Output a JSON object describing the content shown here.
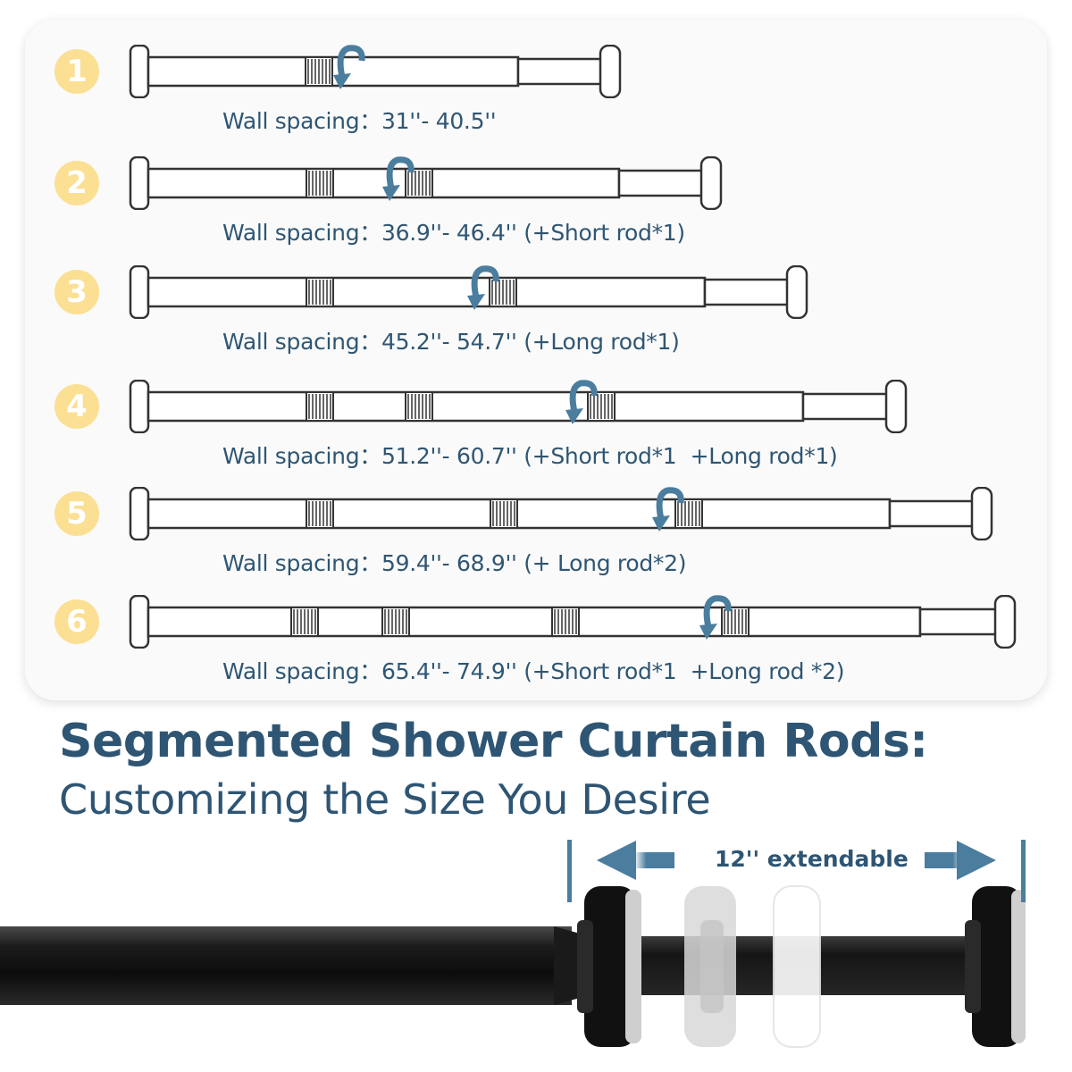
{
  "diagram": {
    "rows": [
      {
        "number": "1",
        "spacing_label": "Wall spacing：",
        "spacing_value": "31''- 40.5''"
      },
      {
        "number": "2",
        "spacing_label": "Wall spacing：",
        "spacing_value": "36.9''- 46.4'' (+Short rod*1)"
      },
      {
        "number": "3",
        "spacing_label": "Wall spacing：",
        "spacing_value": "45.2''- 54.7'' (+Long rod*1)"
      },
      {
        "number": "4",
        "spacing_label": "Wall spacing：",
        "spacing_value": "51.2''- 60.7'' (+Short rod*1  +Long rod*1)"
      },
      {
        "number": "5",
        "spacing_label": "Wall spacing：",
        "spacing_value": "59.4''- 68.9'' (+ Long rod*2)"
      },
      {
        "number": "6",
        "spacing_label": "Wall spacing：",
        "spacing_value": "65.4''- 74.9'' (+Short rod*1  +Long rod *2)"
      }
    ]
  },
  "headline": "Segmented Shower Curtain Rods:",
  "subheadline": "Customizing the Size You Desire",
  "extension": {
    "label": "12'' extendable",
    "icons": [
      "arrow-left-icon",
      "arrow-right-icon"
    ]
  },
  "colors": {
    "accent": "#2e5573",
    "badge": "#fbdf93",
    "arrow": "#4a7d9e",
    "rod": "#1a1a1a"
  }
}
